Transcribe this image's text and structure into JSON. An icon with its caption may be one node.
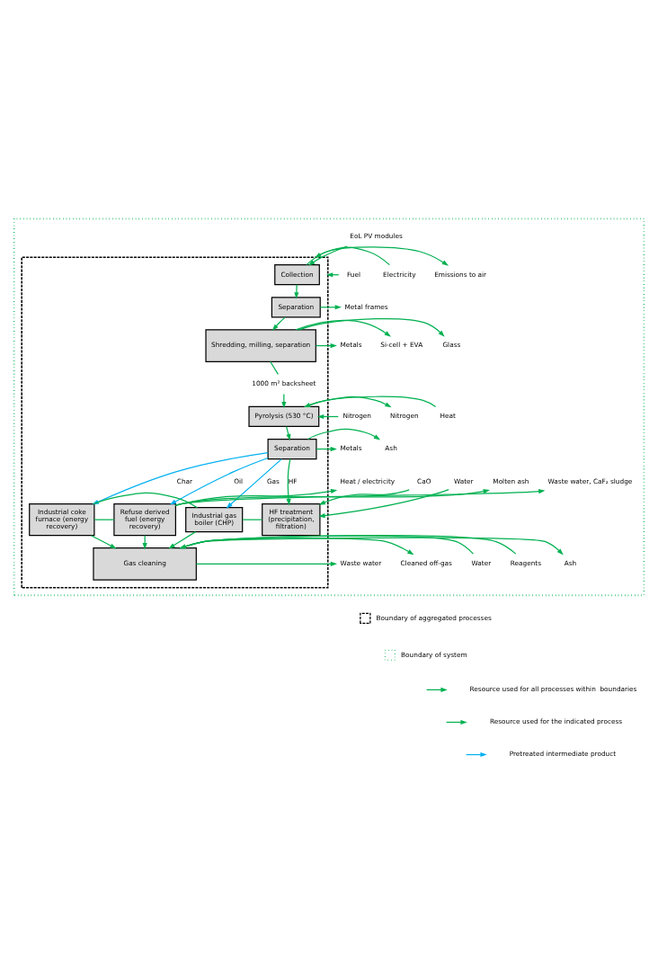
{
  "diagram": {
    "nodes": [
      {
        "text": [],
        "shape": "box"
      },
      {
        "text": [],
        "shape": "box",
        "in": 0
      },
      {
        "text": [
          "EoL PV modules"
        ],
        "in": 0
      },
      {
        "text": [
          "Collection"
        ],
        "in": 1
      },
      {
        "text": [
          "Separation"
        ],
        "in": 1
      },
      {
        "text": [
          "Shredding, milling, separation"
        ],
        "in": 1
      },
      {
        "text": [
          "1000 m² backsheet"
        ],
        "in": 1
      },
      {
        "text": [
          "Pyrolysis (530 °C)"
        ],
        "in": 1
      },
      {
        "text": [
          "Separation"
        ],
        "in": 1
      },
      {
        "text": [
          "HF treatment (precipitation, filtration)"
        ],
        "in": 1
      },
      {
        "text": [
          "Industrial gas boiler (CHP)"
        ],
        "in": 1
      },
      {
        "text": [
          "Industrial coke furnace (energy recovery)"
        ],
        "in": 1
      },
      {
        "text": [
          "Refuse derived fuel (energy recovery)"
        ],
        "in": 1
      },
      {
        "text": [
          "Gas cleaning"
        ],
        "in": 1
      },
      {
        "text": [
          "Fuel"
        ],
        "in": 0
      },
      {
        "text": [
          "Electricity"
        ],
        "in": 0
      },
      {
        "text": [
          "Heat"
        ],
        "in": 0
      },
      {
        "text": [
          "Nitrogen"
        ],
        "in": 0
      },
      {
        "text": [
          "CaO"
        ],
        "in": 0
      },
      {
        "text": [
          "Water"
        ],
        "in": 0
      },
      {
        "text": [
          "Water"
        ],
        "in": 0
      },
      {
        "text": [
          "Reagents"
        ],
        "in": 0
      },
      {
        "text": [
          "Emissions to air"
        ],
        "in": 0
      },
      {
        "text": [
          "Metal frames"
        ],
        "in": 0
      },
      {
        "text": [
          "Glass"
        ],
        "in": 0
      },
      {
        "text": [
          "Metals"
        ],
        "in": 0
      },
      {
        "text": [
          "Si-cell + EVA"
        ],
        "in": 0
      },
      {
        "text": [
          "Nitrogen"
        ],
        "in": 0
      },
      {
        "text": [
          "Ash"
        ],
        "in": 0
      },
      {
        "text": [
          "Metals"
        ],
        "in": 0
      },
      {
        "text": [
          "Molten ash"
        ],
        "in": 0
      },
      {
        "text": [
          "Waste water, CaF₂ sludge"
        ],
        "in": 0
      },
      {
        "text": [
          "Heat / electricity"
        ],
        "in": 0
      },
      {
        "text": [
          "Ash"
        ],
        "in": 0
      },
      {
        "text": [
          "Waste water"
        ],
        "in": 0
      },
      {
        "text": [
          "Cleaned off-gas"
        ],
        "in": 0
      }
    ],
    "edges": [
      {
        "from": 2,
        "to": 3,
        "arrow": "to"
      },
      {
        "from": 3,
        "to": 4,
        "arrow": "to"
      },
      {
        "from": 4,
        "to": 5,
        "arrow": "to"
      },
      {
        "from": 5,
        "to": 6,
        "arrow": "none"
      },
      {
        "from": 6,
        "to": 7,
        "arrow": "to"
      },
      {
        "from": 7,
        "to": 8,
        "arrow": "to"
      },
      {
        "from": 8,
        "to": 9,
        "arrow": "to",
        "label": "HF"
      },
      {
        "from": 8,
        "to": 10,
        "arrow": "to",
        "label": "Gas",
        "color": "#00b0f0"
      },
      {
        "from": 8,
        "to": 11,
        "arrow": "to",
        "label": "Char",
        "color": "#00b0f0"
      },
      {
        "from": 8,
        "to": 12,
        "arrow": "to",
        "label": "Oil",
        "color": "#00b0f0"
      },
      {
        "from": 9,
        "to": 10,
        "arrow": "none"
      },
      {
        "from": 10,
        "to": 11,
        "arrow": "none"
      },
      {
        "from": 11,
        "to": 12,
        "arrow": "none"
      },
      {
        "from": 10,
        "to": 13,
        "arrow": "to"
      },
      {
        "from": 11,
        "to": 13,
        "arrow": "to"
      },
      {
        "from": 12,
        "to": 13,
        "arrow": "to"
      },
      {
        "from": 14,
        "to": 1,
        "arrow": "to"
      },
      {
        "from": 15,
        "to": 1,
        "arrow": "to"
      },
      {
        "from": 16,
        "to": 7,
        "arrow": "to"
      },
      {
        "from": 17,
        "to": 7,
        "arrow": "to"
      },
      {
        "from": 18,
        "to": 9,
        "arrow": "to"
      },
      {
        "from": 19,
        "to": 9,
        "arrow": "to"
      },
      {
        "from": 20,
        "to": 13,
        "arrow": "to"
      },
      {
        "from": 21,
        "to": 13,
        "arrow": "to"
      },
      {
        "from": 3,
        "to": 22,
        "arrow": "to"
      },
      {
        "from": 4,
        "to": 23,
        "arrow": "to"
      },
      {
        "from": 5,
        "to": 24,
        "arrow": "to"
      },
      {
        "from": 5,
        "to": 25,
        "arrow": "to"
      },
      {
        "from": 5,
        "to": 26,
        "arrow": "to"
      },
      {
        "from": 7,
        "to": 27,
        "arrow": "to"
      },
      {
        "from": 8,
        "to": 28,
        "arrow": "to"
      },
      {
        "from": 8,
        "to": 29,
        "arrow": "to"
      },
      {
        "from": 12,
        "to": 30,
        "arrow": "to"
      },
      {
        "from": 12,
        "to": 31,
        "arrow": "to"
      },
      {
        "from": 12,
        "to": 32,
        "arrow": "to"
      },
      {
        "from": 13,
        "to": 33,
        "arrow": "to"
      },
      {
        "from": 13,
        "to": 34,
        "arrow": "to"
      },
      {
        "from": 13,
        "to": 35,
        "arrow": "to"
      }
    ],
    "legend": [
      {
        "text": "Boundary of aggregated processes"
      },
      {
        "text": "Boundary of system"
      },
      {
        "text": "Resource used for all processes within  boundaries"
      },
      {
        "text": "Resource used for the indicated process"
      },
      {
        "text": "Pretreated intermediate product"
      }
    ]
  }
}
